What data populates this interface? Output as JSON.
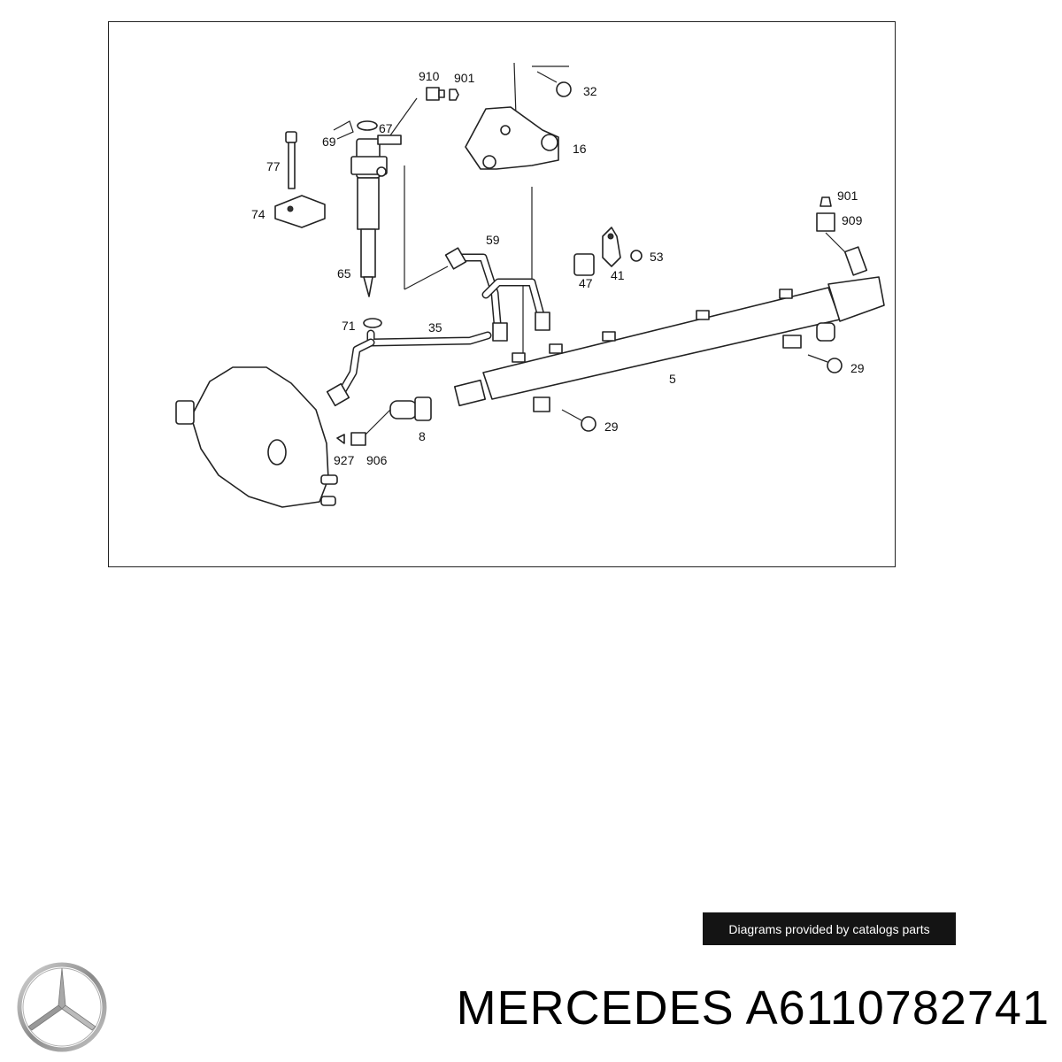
{
  "diagram": {
    "callouts": [
      {
        "id": "910",
        "text": "910"
      },
      {
        "id": "901a",
        "text": "901"
      },
      {
        "id": "32",
        "text": "32"
      },
      {
        "id": "67",
        "text": "67"
      },
      {
        "id": "69",
        "text": "69"
      },
      {
        "id": "16",
        "text": "16"
      },
      {
        "id": "77",
        "text": "77"
      },
      {
        "id": "74",
        "text": "74"
      },
      {
        "id": "901b",
        "text": "901"
      },
      {
        "id": "909",
        "text": "909"
      },
      {
        "id": "59",
        "text": "59"
      },
      {
        "id": "53",
        "text": "53"
      },
      {
        "id": "47",
        "text": "47"
      },
      {
        "id": "41",
        "text": "41"
      },
      {
        "id": "65",
        "text": "65"
      },
      {
        "id": "71",
        "text": "71"
      },
      {
        "id": "35",
        "text": "35"
      },
      {
        "id": "29a",
        "text": "29"
      },
      {
        "id": "5",
        "text": "5"
      },
      {
        "id": "29b",
        "text": "29"
      },
      {
        "id": "8",
        "text": "8"
      },
      {
        "id": "927",
        "text": "927"
      },
      {
        "id": "906",
        "text": "906"
      }
    ]
  },
  "watermark": {
    "text": "Diagrams provided by catalogs parts"
  },
  "footer": {
    "brand": "MERCEDES",
    "part_number": "A6110782741",
    "logo_icon": "mercedes-star-icon"
  }
}
